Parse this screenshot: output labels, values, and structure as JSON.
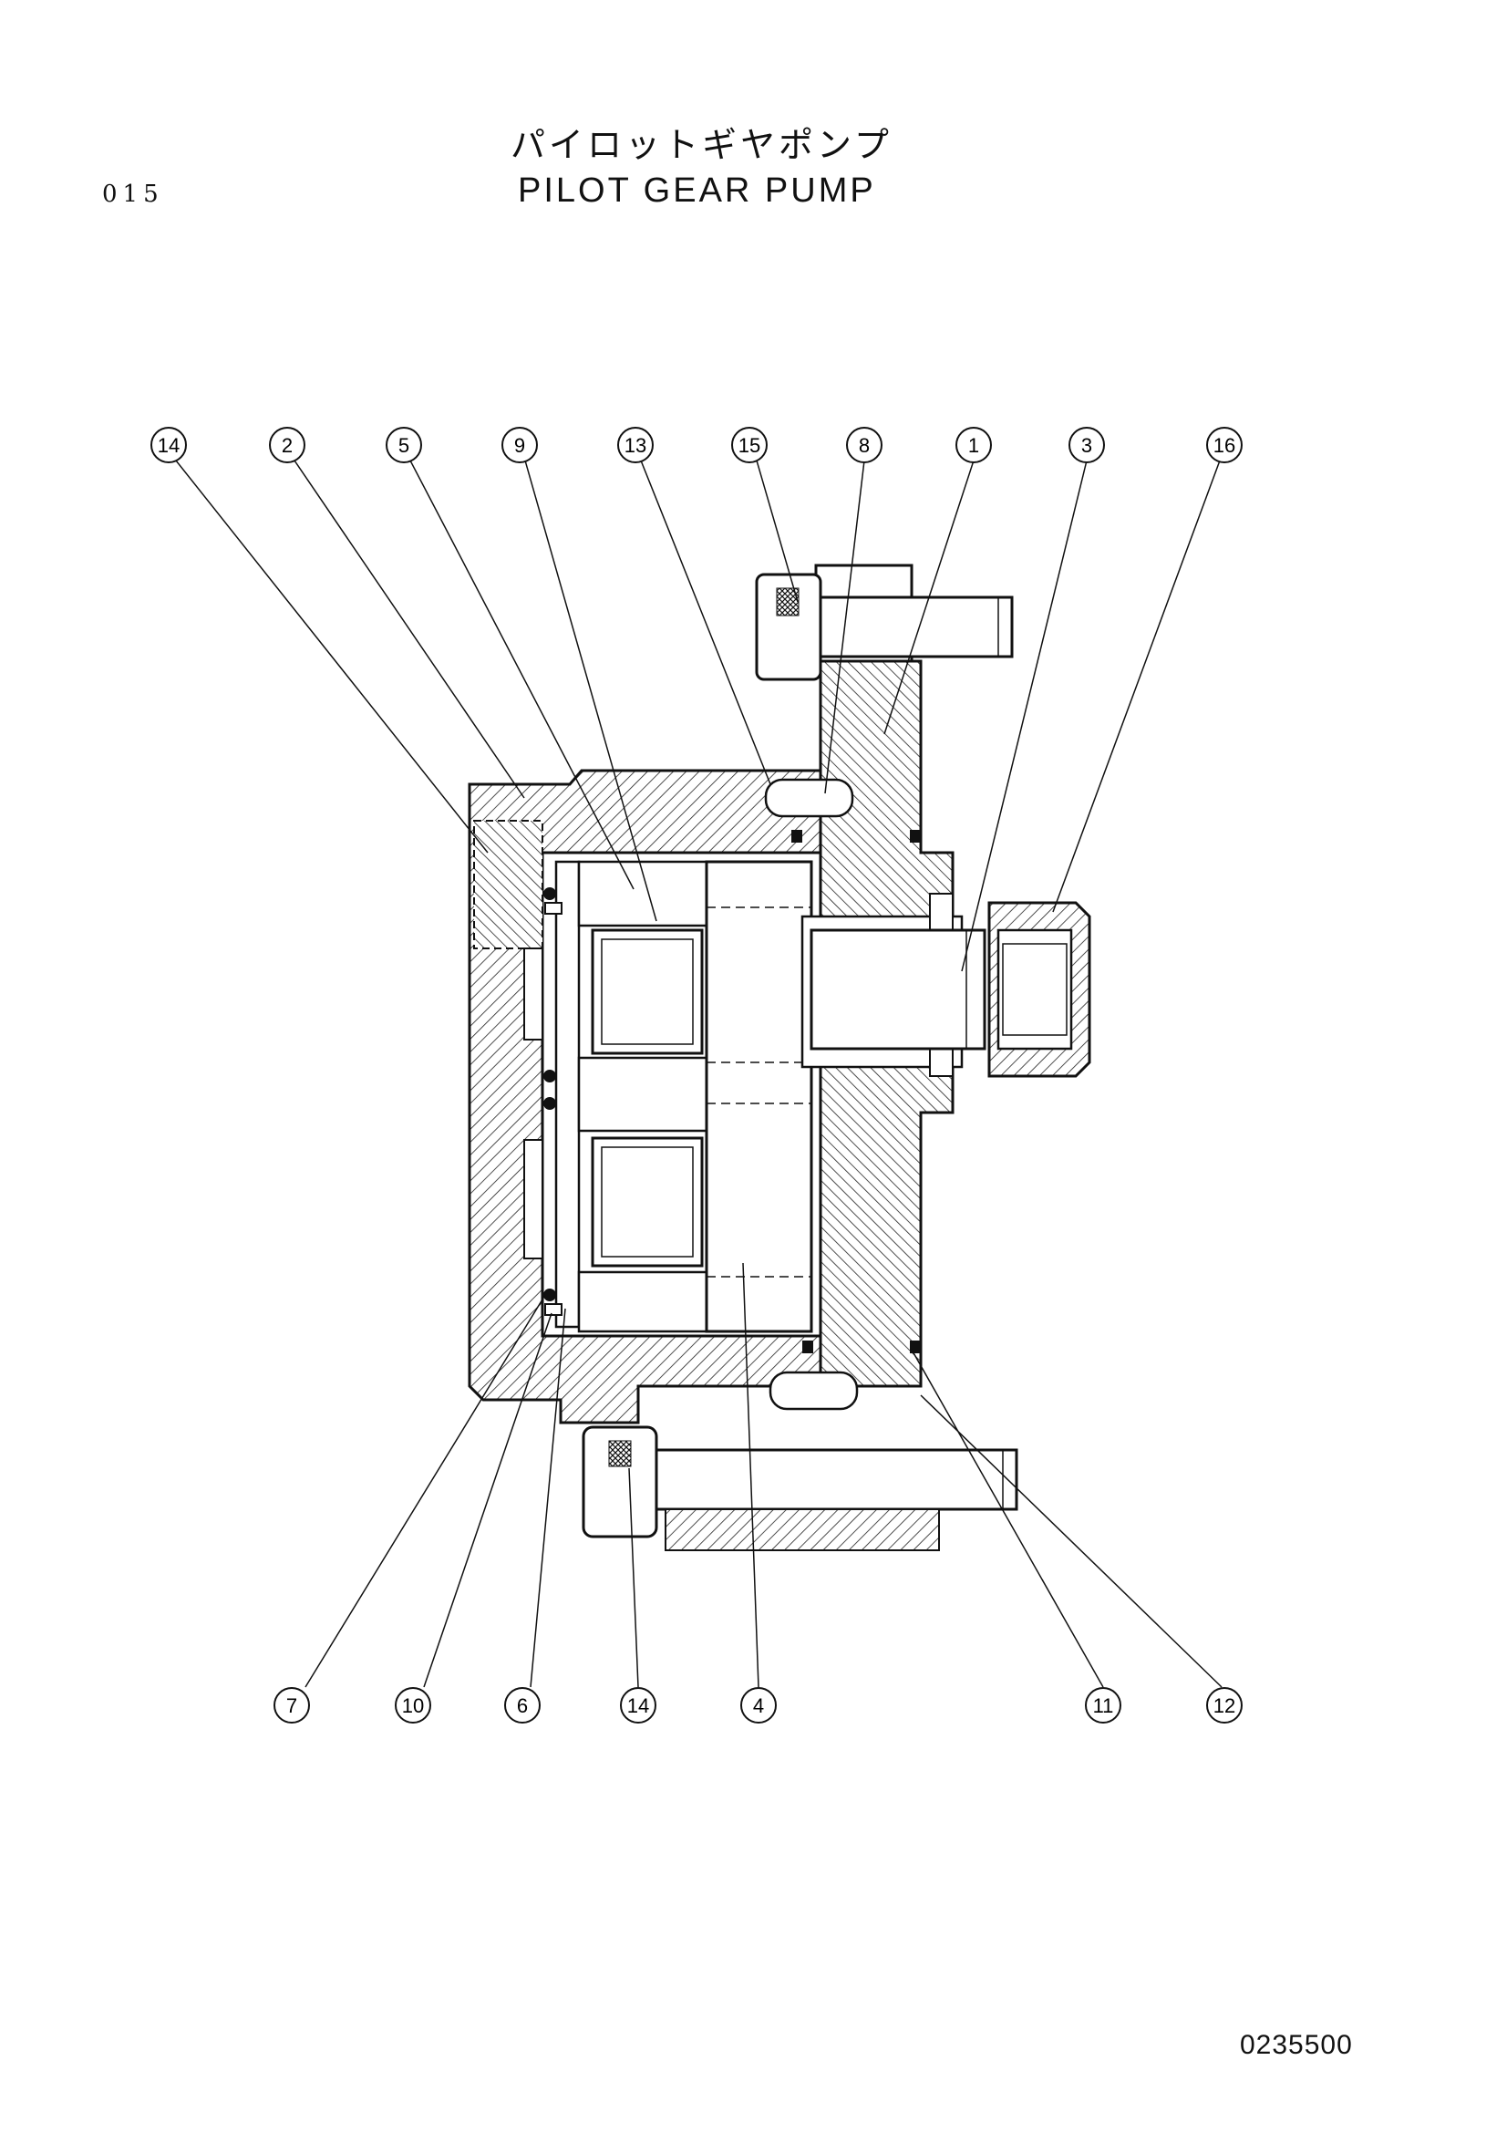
{
  "header": {
    "page_number": "015",
    "title_jp": "パイロットギヤポンプ",
    "title_en": "PILOT GEAR PUMP"
  },
  "footer": {
    "drawing_number": "0235500"
  },
  "callouts": {
    "top": [
      "14",
      "2",
      "5",
      "9",
      "13",
      "15",
      "8",
      "1",
      "3",
      "16"
    ],
    "bottom": [
      "7",
      "10",
      "6",
      "14",
      "4",
      "11",
      "12"
    ]
  }
}
